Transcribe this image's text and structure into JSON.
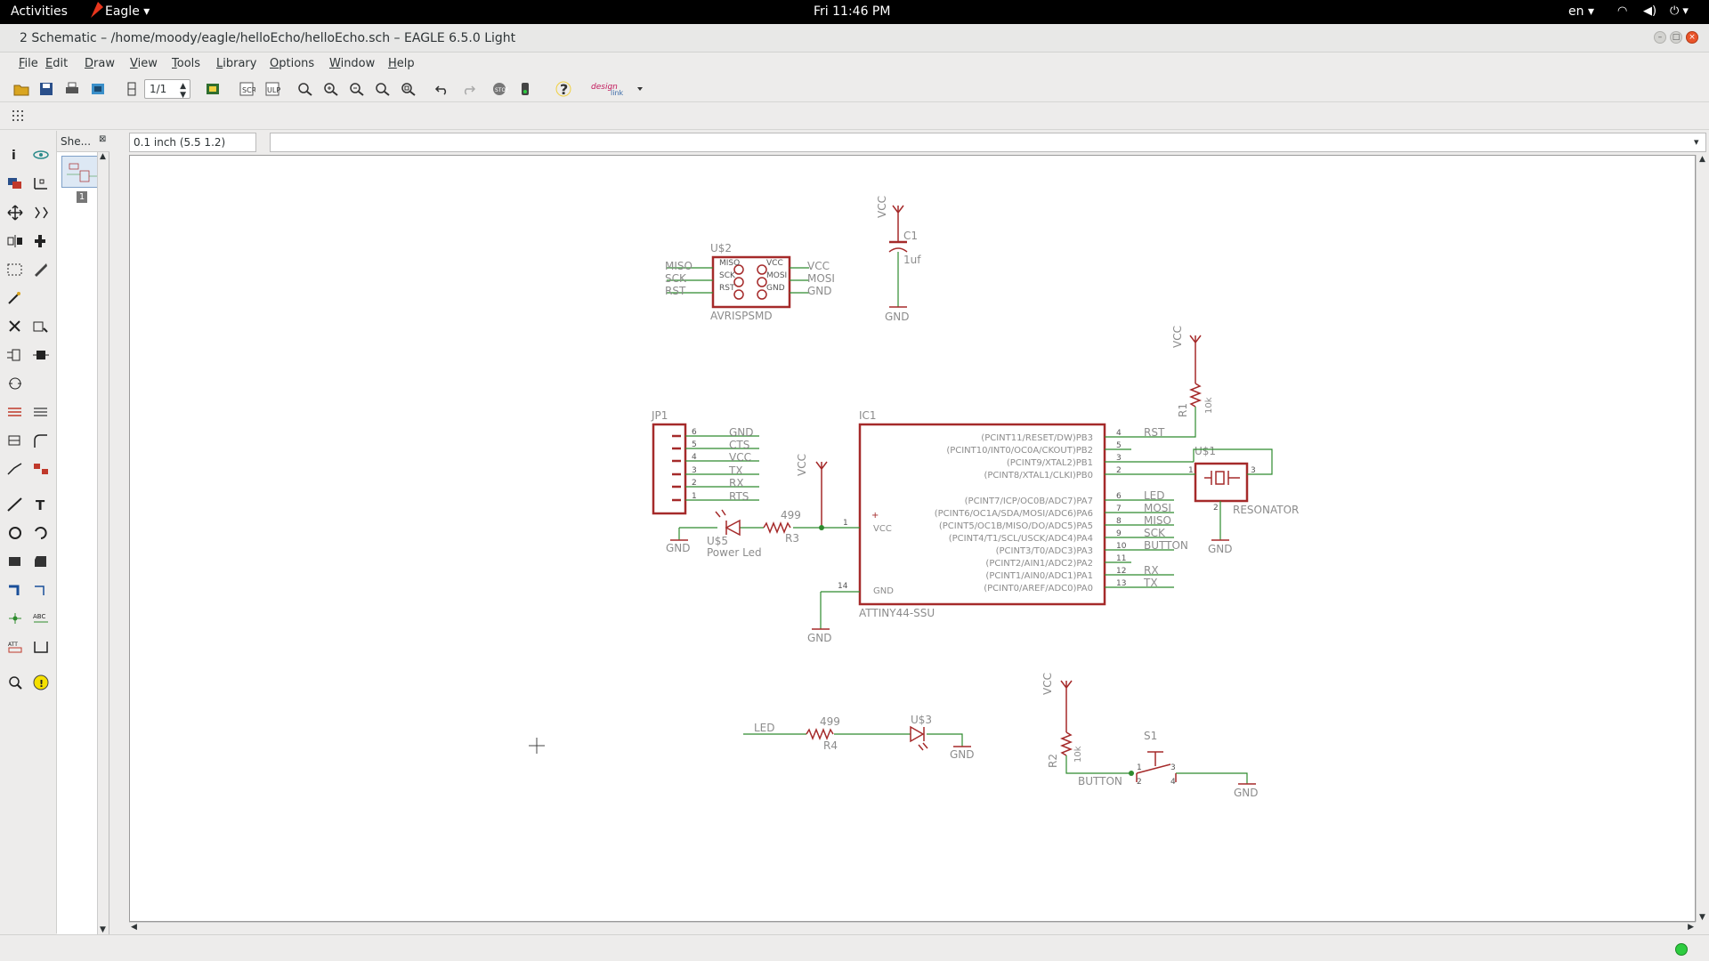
{
  "topbar": {
    "activities": "Activities",
    "app": "Eagle",
    "clock": "Fri 11:46 PM",
    "lang": "en"
  },
  "window": {
    "title": "2 Schematic – /home/moody/eagle/helloEcho/helloEcho.sch – EAGLE 6.5.0 Light"
  },
  "menu": [
    "File",
    "Edit",
    "Draw",
    "View",
    "Tools",
    "Library",
    "Options",
    "Window",
    "Help"
  ],
  "toolbar": {
    "sheet_select": "1/1",
    "designlink_label": "design link"
  },
  "sheets_panel": {
    "title": "She...",
    "page_number": "1"
  },
  "coordinates": "0.1 inch (5.5 1.2)",
  "command_line": "",
  "schematic": {
    "colors": {
      "part": "#a52a2a",
      "wire": "#2e8b2e",
      "text": "#8c8c8c",
      "pin_num": "#444"
    },
    "avrisp": {
      "name": "U$2",
      "value": "AVRISPSMD",
      "left_pins": [
        "MISO",
        "SCK",
        "RST"
      ],
      "right_pins": [
        "VCC",
        "MOSI",
        "GND"
      ],
      "inner_left": [
        "MISO",
        "SCK",
        "RST"
      ],
      "inner_right": [
        "VCC",
        "MOSI",
        "GND"
      ]
    },
    "cap": {
      "name": "C1",
      "value": "1uf",
      "top": "VCC",
      "bottom": "GND"
    },
    "r1": {
      "name": "R1",
      "value": "10k",
      "top": "VCC"
    },
    "jp1": {
      "name": "JP1",
      "pins": [
        "6",
        "5",
        "4",
        "3",
        "2",
        "1"
      ],
      "labels": [
        "GND",
        "CTS",
        "VCC",
        "TX",
        "RX",
        "RTS"
      ]
    },
    "ic1": {
      "name": "IC1",
      "value": "ATTINY44-SSU",
      "right_pins": [
        {
          "num": "4",
          "label": "(PCINT11/RESET/DW)PB3",
          "net": "RST"
        },
        {
          "num": "5",
          "label": "(PCINT10/INT0/OC0A/CKOUT)PB2",
          "net": ""
        },
        {
          "num": "3",
          "label": "(PCINT9/XTAL2)PB1",
          "net": ""
        },
        {
          "num": "2",
          "label": "(PCINT8/XTAL1/CLKI)PB0",
          "net": ""
        },
        {
          "num": "6",
          "label": "(PCINT7/ICP/OC0B/ADC7)PA7",
          "net": "LED"
        },
        {
          "num": "7",
          "label": "(PCINT6/OC1A/SDA/MOSI/ADC6)PA6",
          "net": "MOSI"
        },
        {
          "num": "8",
          "label": "(PCINT5/OC1B/MISO/DO/ADC5)PA5",
          "net": "MISO"
        },
        {
          "num": "9",
          "label": "(PCINT4/T1/SCL/USCK/ADC4)PA4",
          "net": "SCK"
        },
        {
          "num": "10",
          "label": "(PCINT3/T0/ADC3)PA3",
          "net": "BUTTON"
        },
        {
          "num": "11",
          "label": "(PCINT2/AIN1/ADC2)PA2",
          "net": ""
        },
        {
          "num": "12",
          "label": "(PCINT1/AIN0/ADC1)PA1",
          "net": "RX"
        },
        {
          "num": "13",
          "label": "(PCINT0/AREF/ADC0)PA0",
          "net": "TX"
        }
      ],
      "vcc_pin": {
        "num": "1",
        "label": "VCC"
      },
      "gnd_pin": {
        "num": "14",
        "label": "GND"
      }
    },
    "resonator": {
      "name": "U$1",
      "value": "RESONATOR",
      "pins": [
        "1",
        "2",
        "3"
      ],
      "gnd": "GND"
    },
    "power_led": {
      "name": "U$5",
      "value": "Power Led",
      "r_name": "R3",
      "r_value": "499",
      "gnd": "GND",
      "vcc": "VCC"
    },
    "ic_gnd": "GND",
    "led_circuit": {
      "net": "LED",
      "r_name": "R4",
      "r_value": "499",
      "led_name": "U$3",
      "gnd": "GND"
    },
    "button_circuit": {
      "vcc": "VCC",
      "r_name": "R2",
      "r_value": "10k",
      "sw_name": "S1",
      "net": "BUTTON",
      "gnd": "GND",
      "pins": [
        "1",
        "2",
        "3",
        "4"
      ]
    }
  }
}
